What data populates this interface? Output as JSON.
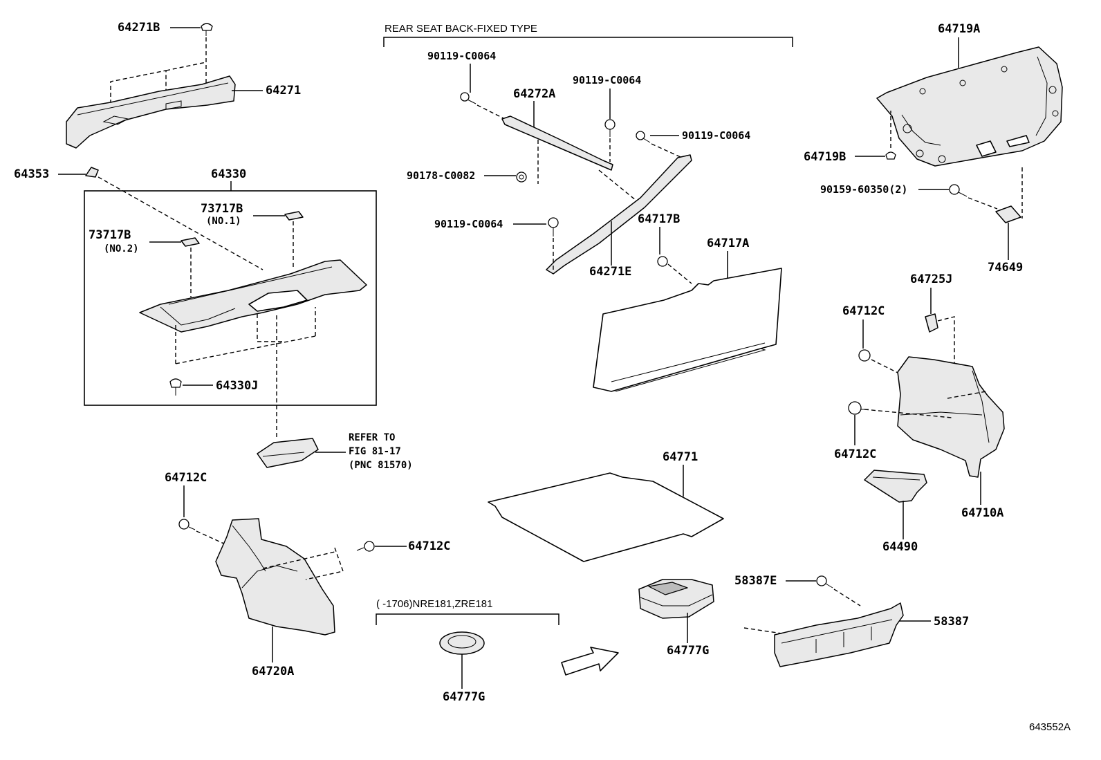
{
  "diagram": {
    "labels": {
      "p64271B": "64271B",
      "p64271": "64271",
      "p64353": "64353",
      "p64330": "64330",
      "p73717B_1": "73717B",
      "p73717B_1_note": "(NO.1)",
      "p73717B_2": "73717B",
      "p73717B_2_note": "(NO.2)",
      "p64330J": "64330J",
      "refer_line1": "REFER TO",
      "refer_line2": "FIG 81-17",
      "refer_line3": "(PNC 81570)",
      "rear_seat_header": "REAR SEAT BACK-FIXED TYPE",
      "bolt_a": "90119-C0064",
      "bolt_b": "90119-C0064",
      "bolt_c": "90119-C0064",
      "bolt_d": "90119-C0064",
      "nut_90178": "90178-C0082",
      "p64272A": "64272A",
      "p64271E": "64271E",
      "p64717B": "64717B",
      "p64717A": "64717A",
      "p64719A": "64719A",
      "p64719B": "64719B",
      "screw_90159": "90159-60350(2)",
      "p74649": "74649",
      "p64725J": "64725J",
      "p64712C_r1": "64712C",
      "p64712C_r2": "64712C",
      "p64710A": "64710A",
      "p64490": "64490",
      "p64771": "64771",
      "p64712C_l1": "64712C",
      "p64712C_l2": "64712C",
      "p64720A": "64720A",
      "model_note": "(     -1706)NRE181,ZRE181",
      "p64777G_a": "64777G",
      "p64777G_b": "64777G",
      "p58387E": "58387E",
      "p58387": "58387",
      "figure_id": "643552A"
    }
  }
}
